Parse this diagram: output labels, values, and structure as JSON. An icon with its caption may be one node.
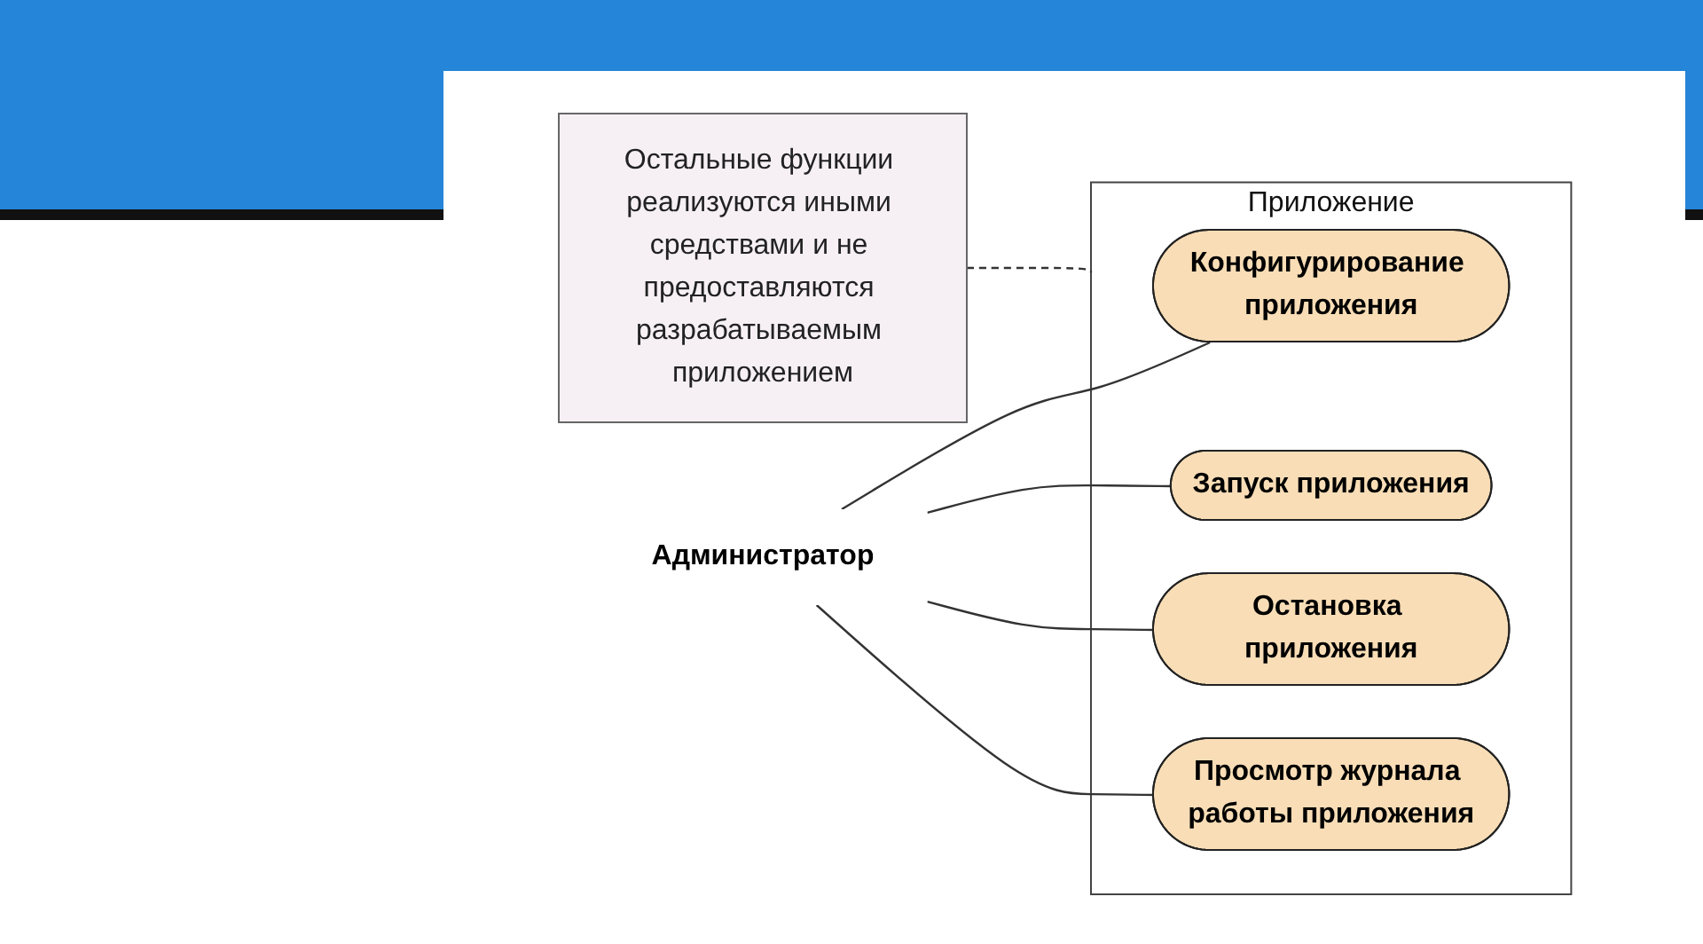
{
  "diagram": {
    "nodes": [
      {
        "text": [
          "Администратор"
        ]
      },
      {
        "text": [
          "Приложение"
        ]
      },
      {
        "text": [
          "Конфигурирование приложения"
        ],
        "in": 1
      },
      {
        "text": [
          "Запуск приложения"
        ],
        "in": 1
      },
      {
        "text": [
          "Остановка приложения"
        ],
        "in": 1
      },
      {
        "text": [
          "Просмотр журнала работы приложения"
        ],
        "in": 1
      },
      {
        "text": [
          "Остальные функции реализуются иными средствами и не предоставляются разрабатываемым приложением"
        ]
      }
    ],
    "edges": [
      {
        "from": 0,
        "to": 2,
        "arrow": "none"
      },
      {
        "from": 0,
        "to": 3,
        "arrow": "none"
      },
      {
        "from": 0,
        "to": 4,
        "arrow": "none"
      },
      {
        "from": 0,
        "to": 5,
        "arrow": "none"
      },
      {
        "from": 6,
        "to": 1,
        "arrow": "none",
        "style": "dashed"
      }
    ]
  }
}
